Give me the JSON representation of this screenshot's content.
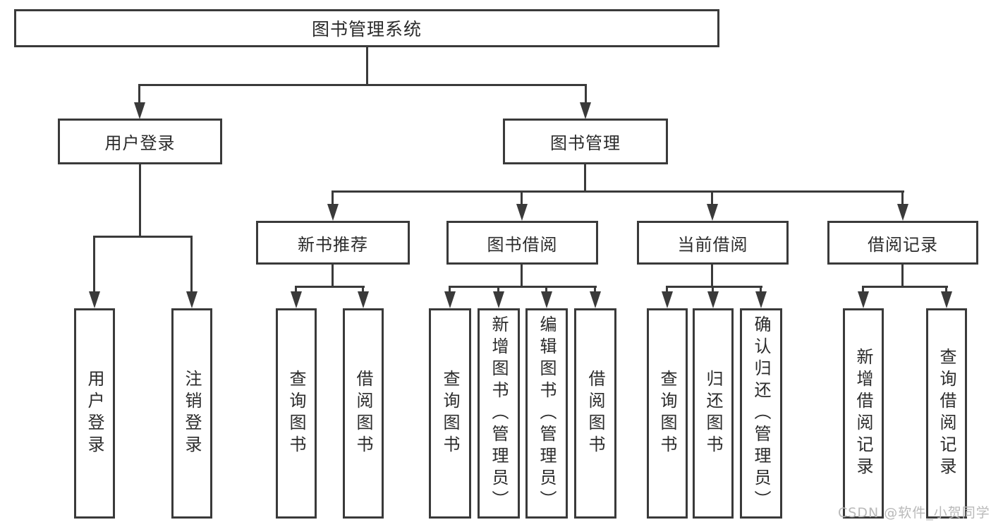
{
  "diagram_type": "hierarchy-tree",
  "tree": {
    "label": "图书管理系统",
    "children": [
      {
        "label": "用户登录",
        "children": [
          {
            "label": "用户登录"
          },
          {
            "label": "注销登录"
          }
        ]
      },
      {
        "label": "图书管理",
        "children": [
          {
            "label": "新书推荐",
            "children": [
              {
                "label": "查询图书"
              },
              {
                "label": "借阅图书"
              }
            ]
          },
          {
            "label": "图书借阅",
            "children": [
              {
                "label": "查询图书"
              },
              {
                "label": "新增图书（管理员）"
              },
              {
                "label": "编辑图书（管理员）"
              },
              {
                "label": "借阅图书"
              }
            ]
          },
          {
            "label": "当前借阅",
            "children": [
              {
                "label": "查询图书"
              },
              {
                "label": "归还图书"
              },
              {
                "label": "确认归还（管理员）"
              }
            ]
          },
          {
            "label": "借阅记录",
            "children": [
              {
                "label": "新增借阅记录"
              },
              {
                "label": "查询借阅记录"
              }
            ]
          }
        ]
      }
    ]
  },
  "watermark": "CSDN @软件_小贺同学",
  "colors": {
    "line": "#3a3a3a",
    "text": "#2b2b2b",
    "background": "#ffffff",
    "watermark": "#b9b9b9"
  }
}
